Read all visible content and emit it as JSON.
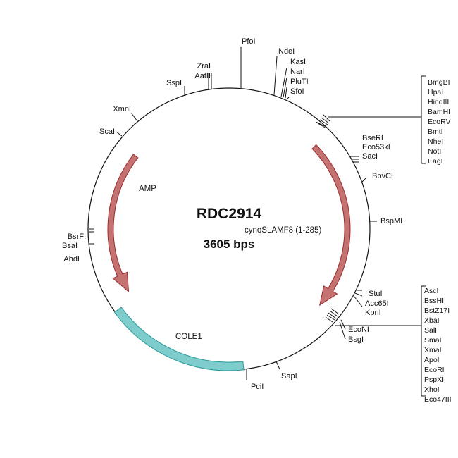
{
  "plasmid": {
    "name": "RDC2914",
    "size_label": "3605 bps"
  },
  "colors": {
    "arrow_fill": "#c47272",
    "arrow_stroke": "#9a2a2a",
    "box_fill": "#7fcccc",
    "box_stroke": "#2a9a9a"
  },
  "features": [
    {
      "name": "cynoSLAMF8 (1-285)",
      "kind": "arrow",
      "color": "red"
    },
    {
      "name": "AMP",
      "kind": "arrow",
      "color": "red"
    },
    {
      "name": "COLE1",
      "kind": "box",
      "color": "teal"
    }
  ],
  "sites": {
    "pfoi": "PfoI",
    "ndei": "NdeI",
    "kasi": "KasI",
    "nari": "NarI",
    "plutl": "PluTI",
    "sfoi": "SfoI",
    "zrai": "ZraI",
    "aatii": "AatII",
    "sspi": "SspI",
    "xmni": "XmnI",
    "scai": "ScaI",
    "bsrfi": "BsrFI",
    "bsai": "BsaI",
    "ahdi": "AhdI",
    "pcii": "PciI",
    "sapi": "SapI",
    "bseri": "BseRI",
    "eco53ki": "Eco53kI",
    "saci": "SacI",
    "bbvci": "BbvCI",
    "bspmi": "BspMI",
    "stui": "StuI",
    "acc65i": "Acc65I",
    "kpni": "KpnI",
    "econi": "EcoNI",
    "bsgi": "BsgI"
  },
  "mcs_upper": [
    "BmgBI",
    "HpaI",
    "HindIII",
    "BamHI",
    "EcoRV",
    "BmtI",
    "NheI",
    "NotI",
    "EagI"
  ],
  "mcs_lower": [
    "AscI",
    "BssHII",
    "BstZ17I",
    "XbaI",
    "SalI",
    "SmaI",
    "XmaI",
    "ApoI",
    "EcoRI",
    "PspXI",
    "XhoI",
    "Eco47III"
  ]
}
